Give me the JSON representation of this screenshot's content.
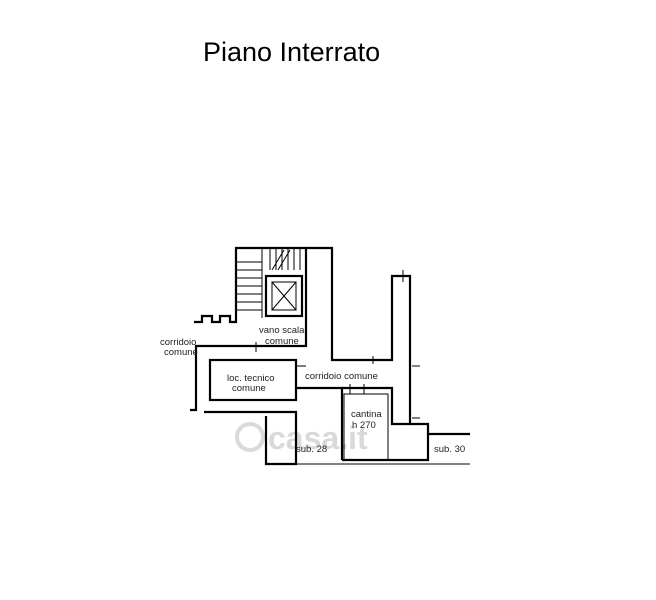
{
  "title": "Piano Interrato",
  "labels": {
    "corridoio_left_1": "corridoio",
    "corridoio_left_2": "comune",
    "vano_scala_1": "vano scala",
    "vano_scala_2": "comune",
    "loc_tecnico_1": "loc. tecnico",
    "loc_tecnico_2": "comune",
    "corridoio_center": "corridoio comune",
    "cantina": "cantina",
    "cantina_height": "h 270",
    "sub28": "sub. 28",
    "sub30": "sub. 30"
  },
  "watermark": "casa.it"
}
